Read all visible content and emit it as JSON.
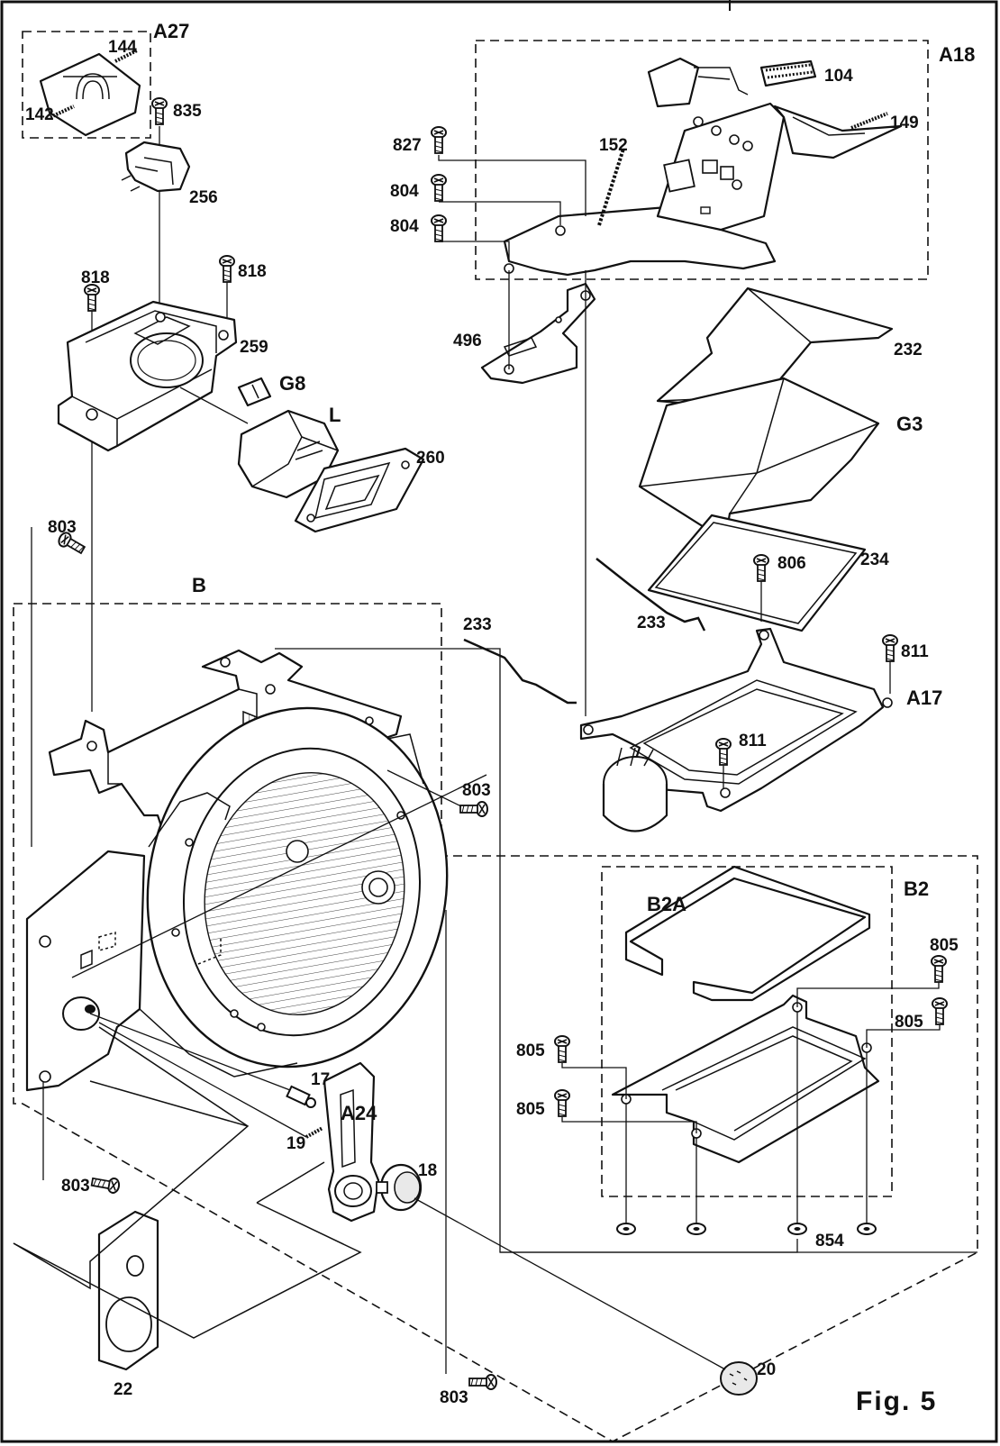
{
  "figure": {
    "title": "Fig. 5"
  },
  "groups": {
    "a27": "A27",
    "a18": "A18",
    "b": "B",
    "a17": "A17",
    "b2": "B2",
    "b2a": "B2A",
    "a24": "A24",
    "g8": "G8",
    "g3": "G3",
    "l": "L"
  },
  "parts": {
    "p144": "144",
    "p142": "142",
    "p835": "835",
    "p256": "256",
    "p818a": "818",
    "p818b": "818",
    "p259": "259",
    "p260": "260",
    "p803a": "803",
    "p827": "827",
    "p152": "152",
    "p804a": "804",
    "p804b": "804",
    "p104": "104",
    "p149": "149",
    "p496": "496",
    "p232": "232",
    "p234": "234",
    "p806": "806",
    "p233a": "233",
    "p233b": "233",
    "p811a": "811",
    "p811b": "811",
    "p803b": "803",
    "p805a": "805",
    "p805b": "805",
    "p805c": "805",
    "p805d": "805",
    "p854": "854",
    "p17": "17",
    "p19": "19",
    "p18": "18",
    "p803c": "803",
    "p22": "22",
    "p803d": "803",
    "p20": "20"
  }
}
